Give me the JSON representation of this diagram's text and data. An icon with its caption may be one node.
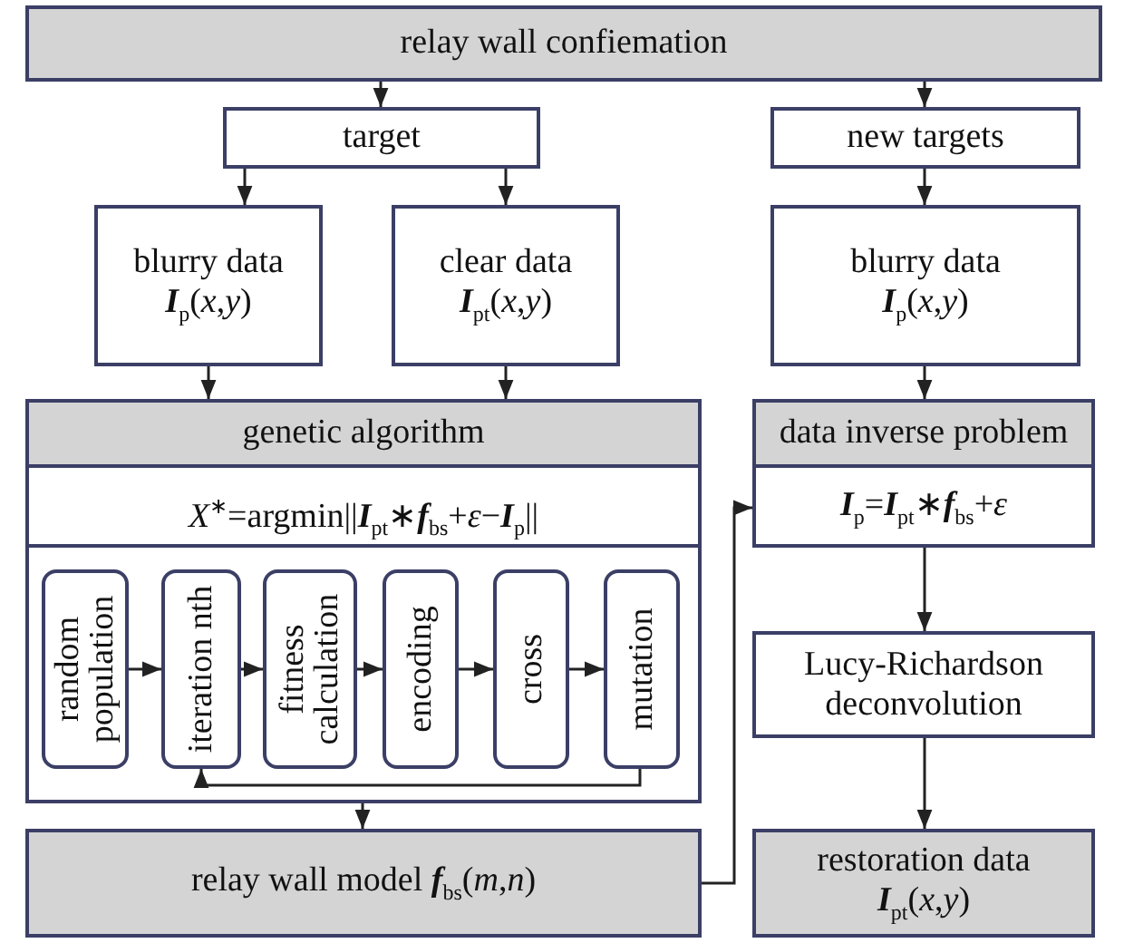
{
  "diagram": {
    "nodes": [
      {
        "text": [
          "relay wall confiemation"
        ]
      },
      {
        "text": [
          "target"
        ]
      },
      {
        "text": [
          "blurry data",
          "**I**$_{p}$(*x*,*y*)"
        ]
      },
      {
        "text": [
          "clear data",
          "**I**$_{pt}$(*x*,*y*)"
        ]
      },
      {
        "text": [
          "genetic algorithm",
          "*X*$^{∗}$=argmin||**I**$_{pt}$∗**f**$_{bs}$+*ε*−**I**$_{p}$||"
        ]
      },
      {
        "text": [
          "random population"
        ],
        "in": 4
      },
      {
        "text": [
          "iteration nth"
        ],
        "in": 4
      },
      {
        "text": [
          "fitness calculation"
        ],
        "in": 4
      },
      {
        "text": [
          "encoding"
        ],
        "in": 4
      },
      {
        "text": [
          "cross"
        ],
        "in": 4
      },
      {
        "text": [
          "mutation"
        ],
        "in": 4
      },
      {
        "text": [
          "relay wall model **f**$_{bs}$(*m*,*n*)"
        ]
      },
      {
        "text": [
          "new targets"
        ]
      },
      {
        "text": [
          "blurry data",
          "**I**$_{p}$(*x*,*y*)"
        ]
      },
      {
        "text": [
          "data inverse problem",
          "**I**$_{p}$=**I**$_{pt}$∗**f**$_{bs}$+*ε*"
        ]
      },
      {
        "text": [
          "Lucy-Richardson deconvolution"
        ]
      },
      {
        "text": [
          "restoration data",
          "**I**$_{pt}$(*x*,*y*)"
        ]
      }
    ],
    "edges": [
      {
        "from": 0,
        "to": 1,
        "arrow": "to"
      },
      {
        "from": 0,
        "to": 12,
        "arrow": "to"
      },
      {
        "from": 1,
        "to": 2,
        "arrow": "to"
      },
      {
        "from": 1,
        "to": 3,
        "arrow": "to"
      },
      {
        "from": 2,
        "to": 4,
        "arrow": "to"
      },
      {
        "from": 3,
        "to": 4,
        "arrow": "to"
      },
      {
        "from": 5,
        "to": 6,
        "arrow": "to"
      },
      {
        "from": 6,
        "to": 7,
        "arrow": "to"
      },
      {
        "from": 7,
        "to": 8,
        "arrow": "to"
      },
      {
        "from": 8,
        "to": 9,
        "arrow": "to"
      },
      {
        "from": 9,
        "to": 10,
        "arrow": "to"
      },
      {
        "from": 10,
        "to": 6,
        "arrow": "to"
      },
      {
        "from": 4,
        "to": 11,
        "arrow": "to"
      },
      {
        "from": 11,
        "to": 14,
        "arrow": "to"
      },
      {
        "from": 12,
        "to": 13,
        "arrow": "to"
      },
      {
        "from": 13,
        "to": 14,
        "arrow": "to"
      },
      {
        "from": 14,
        "to": 15,
        "arrow": "to"
      },
      {
        "from": 15,
        "to": 16,
        "arrow": "to"
      }
    ]
  }
}
